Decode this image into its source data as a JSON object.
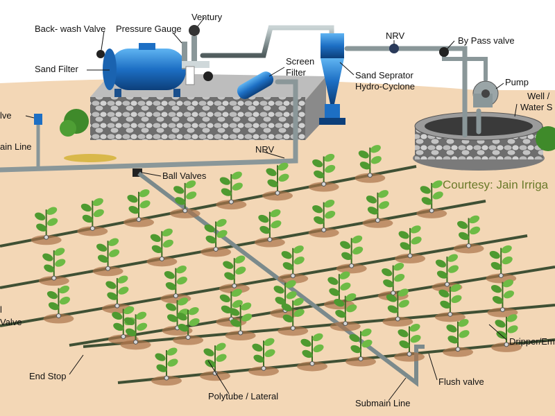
{
  "labels": {
    "backwash_valve": "Back- wash Valve",
    "pressure_gauge": "Pressure Gauge",
    "ventury": "Ventury",
    "sand_filter": "Sand Filter",
    "screen_filter_1": "Screen",
    "screen_filter_2": "Filter",
    "sand_separator_1": "Sand Seprator",
    "sand_separator_2": "Hydro-Cyclone",
    "nrv_top": "NRV",
    "bypass_valve": "By Pass valve",
    "pump": "Pump",
    "well_1": "Well /",
    "well_2": "Water S",
    "valve_left": "lve",
    "main_line_left": "ain Line",
    "nrv_bottom": "NRV",
    "ball_valves": "Ball Valves",
    "courtesy": "Courtesy: Jain Irriga",
    "left_l": "l",
    "left_valve": "Valve",
    "dripper": "Dripper/Em",
    "end_stop": "End Stop",
    "flush_valve": "Flush valve",
    "polytube": "Polytube / Lateral",
    "submain": "Submain Line"
  },
  "colors": {
    "soil": "#f3d7b6",
    "pipe": "#7b8a8c",
    "lateral": "#4a5f3e",
    "tank": "#1d6fc4",
    "plant_leaf": "#5aa83a",
    "courtesy_text": "#6b7a2a"
  }
}
